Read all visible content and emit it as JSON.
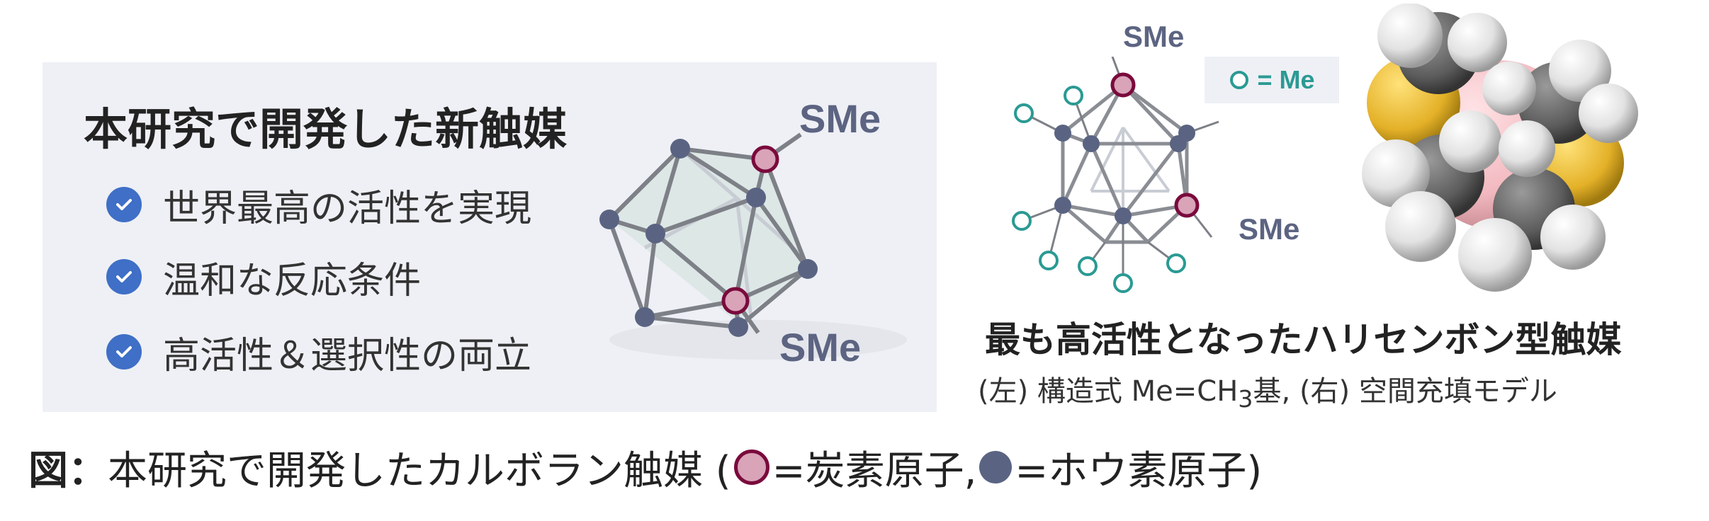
{
  "panel": {
    "title": "本研究で開発した新触媒",
    "features": [
      "世界最高の活性を実現",
      "温和な反応条件",
      "高活性＆選択性の両立"
    ]
  },
  "left_molecule": {
    "label_top": "SMe",
    "label_bottom": "SMe"
  },
  "right_molecule": {
    "label_top": "SMe",
    "label_right": "SMe"
  },
  "legend": {
    "text": "= Me",
    "color": "#2a9a93"
  },
  "subtitle": "最も高活性となったハリセンボン型触媒",
  "note": {
    "before": "(左) 構造式 Me=CH",
    "sub": "3",
    "after": "基, (右) 空間充填モデル"
  },
  "caption": {
    "lead": "図：",
    "text": "本研究で開発したカルボラン触媒 (",
    "carbon": "=炭素原子,",
    "boron": "=ホウ素原子)"
  },
  "colors": {
    "carbon": "#d9a3b8",
    "carbon_border": "#7a0a3c",
    "boron": "#5a6482",
    "methyl": "#2a9a93",
    "check": "#3f6fc6"
  }
}
